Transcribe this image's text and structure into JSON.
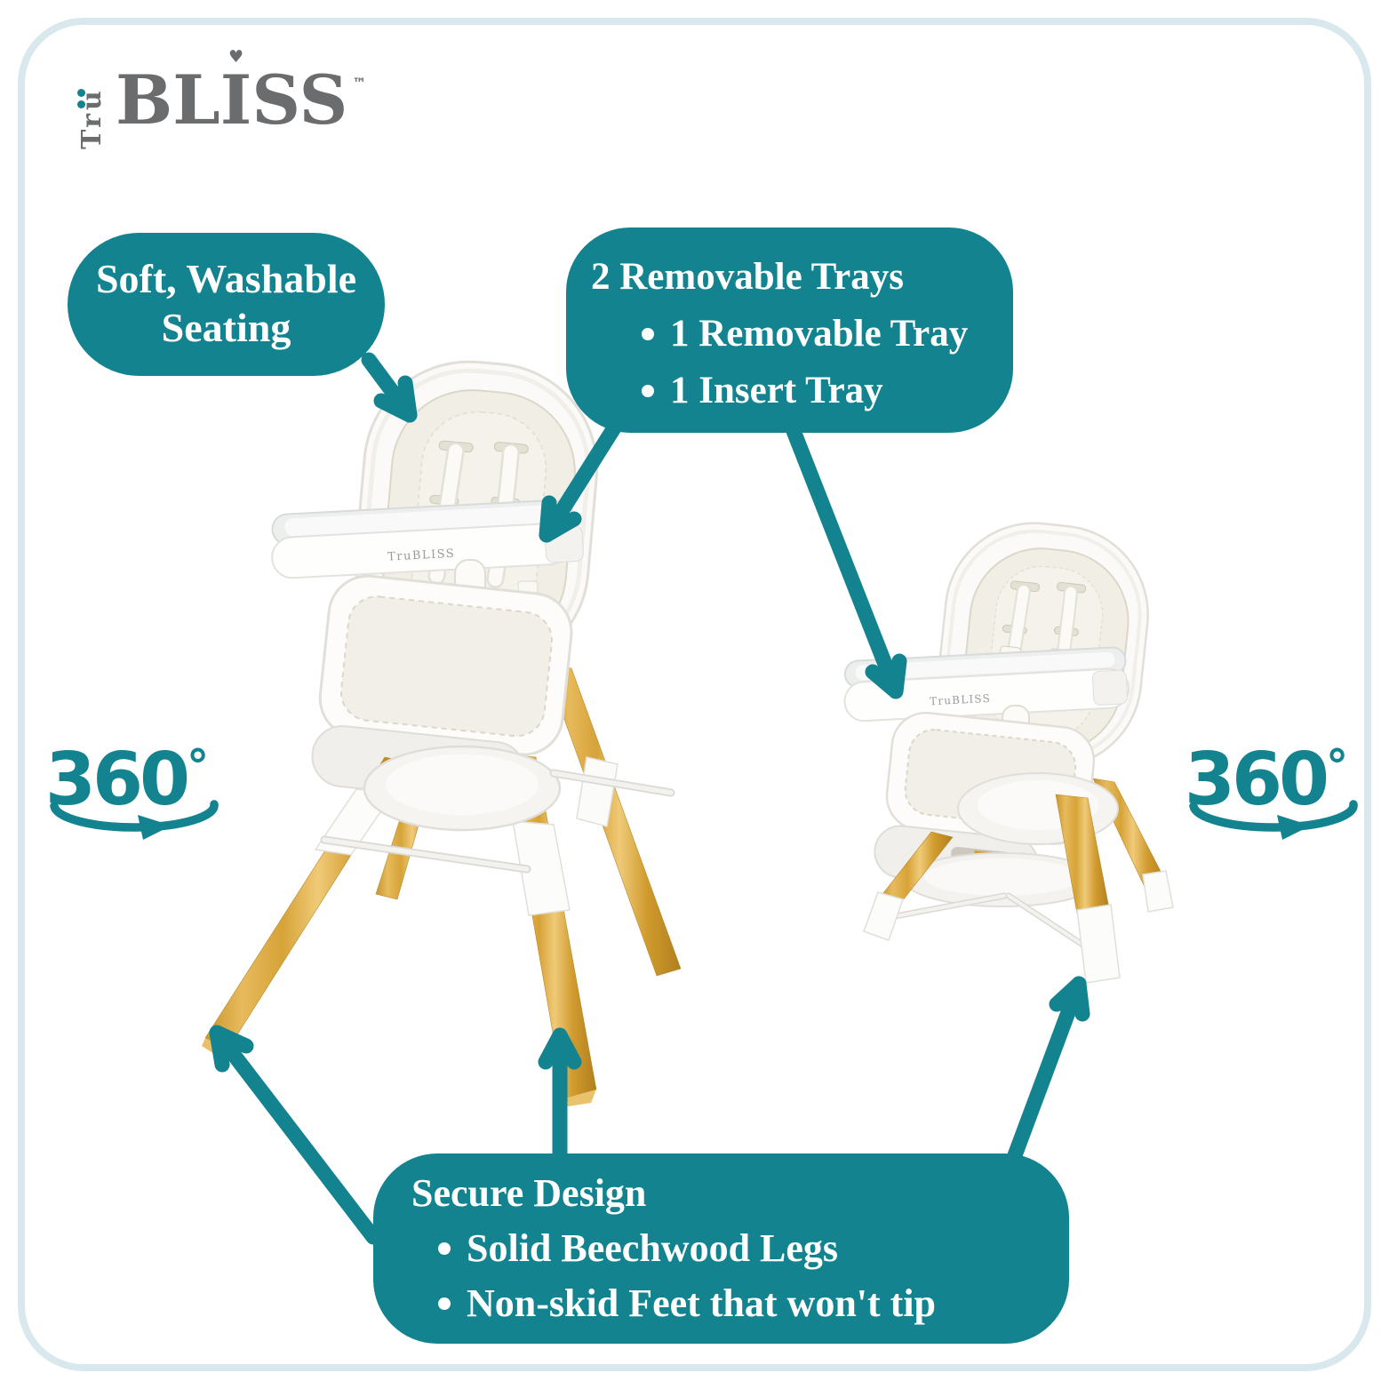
{
  "logo": {
    "vertical_text": "Trü",
    "vertical_text_base": "Tru",
    "main_pre": "BL",
    "main_i": "I",
    "heart": "♥",
    "main_post": "SS",
    "trademark": "™"
  },
  "callouts": {
    "seating": {
      "line1": "Soft, Washable",
      "line2": "Seating"
    },
    "trays": {
      "heading": "2 Removable Trays",
      "bullets": [
        "1 Removable Tray",
        "1 Insert Tray"
      ]
    },
    "secure": {
      "heading": "Secure Design",
      "bullets": [
        "Solid Beechwood Legs",
        "Non-skid Feet that won't tip"
      ]
    }
  },
  "rotation_badge": {
    "value": "360",
    "degree": "°"
  },
  "product": {
    "tray_logo": "TruBLISS"
  },
  "colors": {
    "teal": "#12838F",
    "logo_gray": "#6B6C6E",
    "wood": "#D9A23C",
    "frame_border": "#D8E8EC",
    "cushion_ivory": "#F0EEE5",
    "chair_white": "#FBFAF8"
  }
}
